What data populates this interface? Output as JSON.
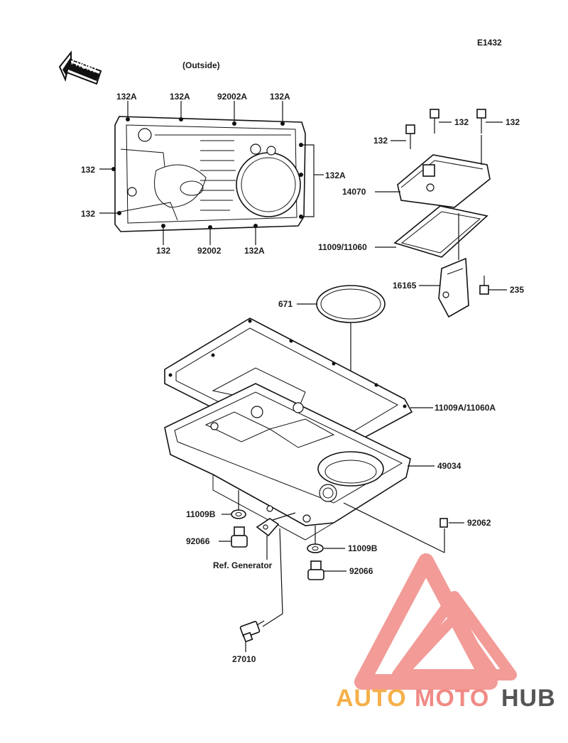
{
  "diagram": {
    "code": "E1432",
    "front_label": "FRONT",
    "view_label": "(Outside)",
    "parts": {
      "p132A_1": "132A",
      "p132A_2": "132A",
      "p92002A": "92002A",
      "p132A_3": "132A",
      "p132_left_top": "132",
      "p132A_right": "132A",
      "p132_left_bottom": "132",
      "p132_bottom": "132",
      "p92002": "92002",
      "p132A_bottom": "132A",
      "p132_bolt_a": "132",
      "p132_bolt_b": "132",
      "p132_bolt_c": "132",
      "p14070": "14070",
      "p11009_11060": "11009/11060",
      "p16165": "16165",
      "p235": "235",
      "p671": "671",
      "p11009A_11060A": "11009A/11060A",
      "p49034": "49034",
      "p11009B_left": "11009B",
      "p92066_left": "92066",
      "p92062": "92062",
      "p11009B_right": "11009B",
      "ref_generator": "Ref. Generator",
      "p92066_right": "92066",
      "p27010": "27010"
    }
  },
  "watermark": {
    "part1": "AUTO",
    "part2": "MOTO",
    "part3": "HUB",
    "color1": "#f5b04a",
    "color2": "#f08a86",
    "color3": "#555555",
    "logo_color": "#f08a86"
  }
}
